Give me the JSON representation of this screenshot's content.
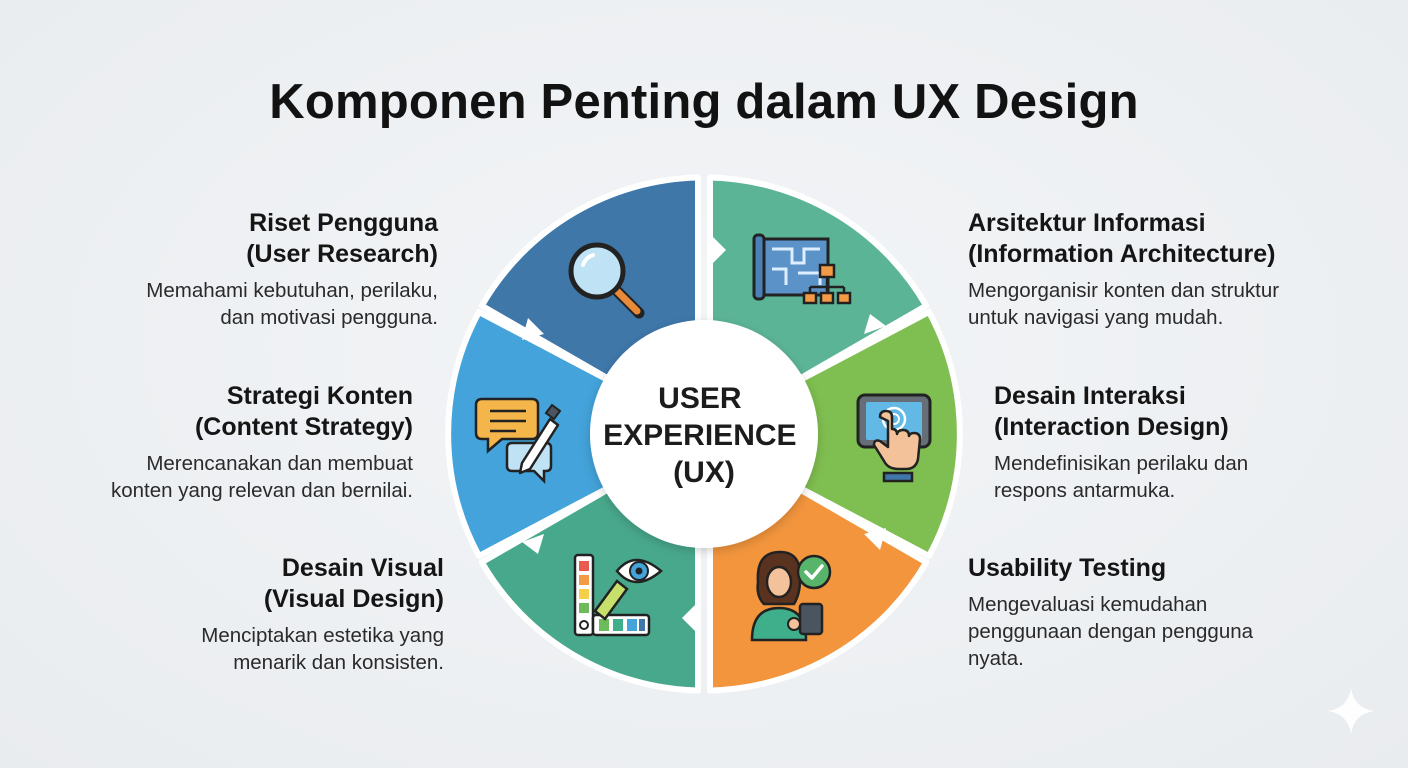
{
  "title": "Komponen Penting dalam UX Design",
  "center": {
    "line1": "USER",
    "line2": "EXPERIENCE",
    "line3": "(UX)"
  },
  "components": {
    "research": {
      "title_line1": "Riset Pengguna",
      "title_line2": "(User Research)",
      "desc_line1": "Memahami kebutuhan, perilaku,",
      "desc_line2": "dan motivasi pengguna.",
      "color": "#3f77a9",
      "icon": "magnifying-glass-icon"
    },
    "ia": {
      "title_line1": "Arsitektur Informasi",
      "title_line2": "(Information Architecture)",
      "desc_line1": "Mengorganisir konten dan struktur",
      "desc_line2": "untuk navigasi yang mudah.",
      "color": "#5cb496",
      "icon": "blueprint-sitemap-icon"
    },
    "interaction": {
      "title_line1": "Desain Interaksi",
      "title_line2": "(Interaction Design)",
      "desc_line1": "Mendefinisikan perilaku dan",
      "desc_line2": "respons antarmuka.",
      "color": "#7fbe50",
      "icon": "tablet-touch-icon"
    },
    "usability": {
      "title_line1": "Usability Testing",
      "desc_line1": "Mengevaluasi kemudahan",
      "desc_line2": "penggunaan dengan pengguna",
      "desc_line3": "nyata.",
      "color": "#f2953d",
      "icon": "user-with-tablet-check-icon"
    },
    "visual": {
      "title_line1": "Desain Visual",
      "title_line2": "(Visual Design)",
      "desc_line1": "Menciptakan estetika yang",
      "desc_line2": "menarik dan konsisten.",
      "color": "#48a88c",
      "icon": "color-palette-eye-icon"
    },
    "content": {
      "title_line1": "Strategi Konten",
      "title_line2": "(Content Strategy)",
      "desc_line1": "Merencanakan dan membuat",
      "desc_line2": "konten yang relevan dan bernilai.",
      "color": "#43a3da",
      "icon": "chat-pen-icon"
    }
  }
}
